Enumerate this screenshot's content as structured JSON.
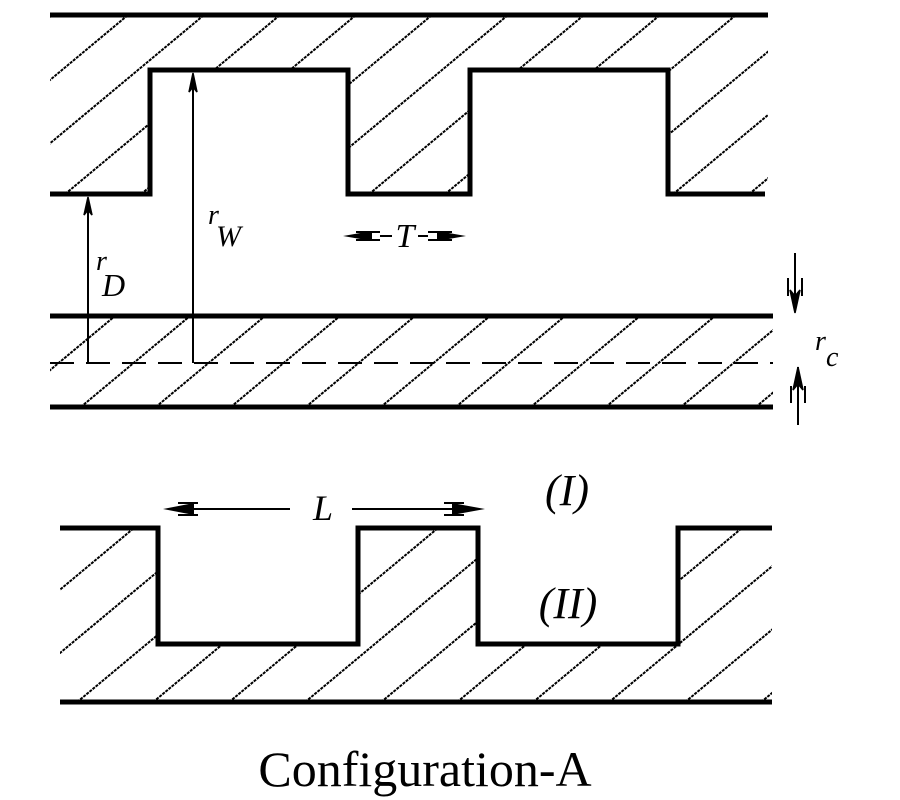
{
  "figure": {
    "caption": "Configuration-A",
    "colors": {
      "stroke": "#000000",
      "background": "#ffffff"
    }
  },
  "labels": {
    "r_D": {
      "main": "r",
      "sub": "D"
    },
    "r_W": {
      "main": "r",
      "sub": "W"
    },
    "r_c": {
      "main": "r",
      "sub": "c"
    },
    "T": "T",
    "L": "L",
    "region_1": "(I)",
    "region_2": "(II)"
  }
}
